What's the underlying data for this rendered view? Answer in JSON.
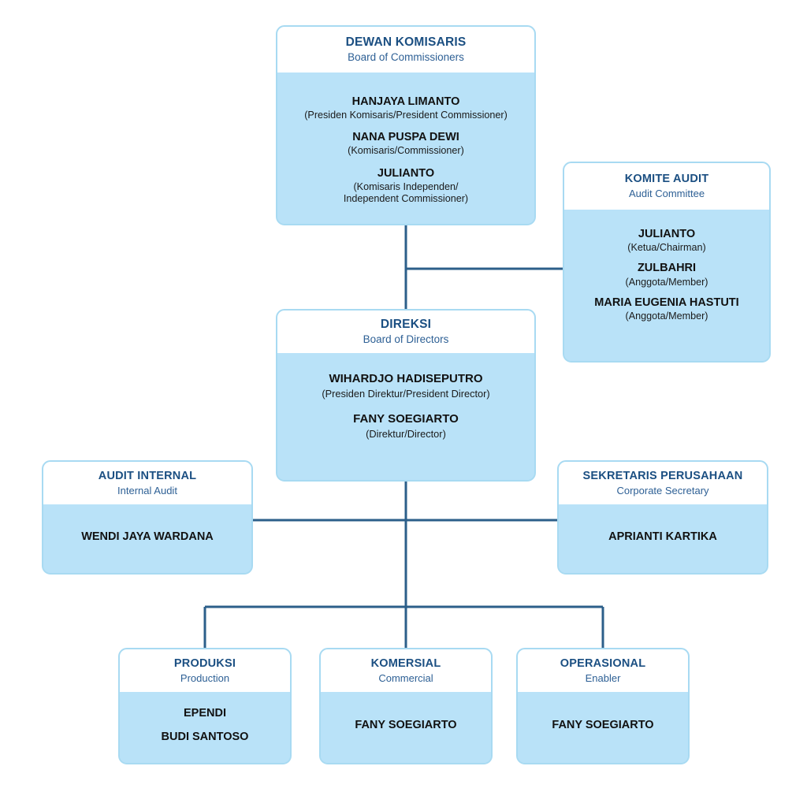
{
  "diagram": {
    "type": "organizational-chart",
    "colors": {
      "box_fill": "#B9E2F8",
      "box_header_fill": "#FFFFFF",
      "box_border": "#A8DAF2",
      "title_text": "#1B4F82",
      "subtitle_text": "#2E6095",
      "person_text": "#111111",
      "connector_line": "#2C5F8A",
      "page_background": "#FFFFFF"
    }
  },
  "boxes": {
    "dewan_komisaris": {
      "title": "DEWAN KOMISARIS",
      "subtitle": "Board of Commissioners",
      "people": [
        {
          "name": "HANJAYA LIMANTO",
          "role": "(Presiden Komisaris/President Commissioner)"
        },
        {
          "name": "NANA PUSPA DEWI",
          "role": "(Komisaris/Commissioner)"
        },
        {
          "name": "JULIANTO",
          "role": "(Komisaris Independen/\nIndependent Commissioner)"
        }
      ]
    },
    "komite_audit": {
      "title": "KOMITE AUDIT",
      "subtitle": "Audit Committee",
      "people": [
        {
          "name": "JULIANTO",
          "role": "(Ketua/Chairman)"
        },
        {
          "name": "ZULBAHRI",
          "role": "(Anggota/Member)"
        },
        {
          "name": "MARIA EUGENIA HASTUTI",
          "role": "(Anggota/Member)"
        }
      ]
    },
    "direksi": {
      "title": "DIREKSI",
      "subtitle": "Board of Directors",
      "people": [
        {
          "name": "WIHARDJO HADISEPUTRO",
          "role": "(Presiden Direktur/President Director)"
        },
        {
          "name": "FANY SOEGIARTO",
          "role": "(Direktur/Director)"
        }
      ]
    },
    "audit_internal": {
      "title": "AUDIT INTERNAL",
      "subtitle": "Internal Audit",
      "people": [
        {
          "name": "WENDI JAYA WARDANA",
          "role": ""
        }
      ]
    },
    "sekretaris_perusahaan": {
      "title": "SEKRETARIS PERUSAHAAN",
      "subtitle": "Corporate Secretary",
      "people": [
        {
          "name": "APRIANTI KARTIKA",
          "role": ""
        }
      ]
    },
    "produksi": {
      "title": "PRODUKSI",
      "subtitle": "Production",
      "people": [
        {
          "name": "EPENDI",
          "role": ""
        },
        {
          "name": "BUDI SANTOSO",
          "role": ""
        }
      ]
    },
    "komersial": {
      "title": "KOMERSIAL",
      "subtitle": "Commercial",
      "people": [
        {
          "name": "FANY SOEGIARTO",
          "role": ""
        }
      ]
    },
    "operasional": {
      "title": "OPERASIONAL",
      "subtitle": "Enabler",
      "people": [
        {
          "name": "FANY SOEGIARTO",
          "role": ""
        }
      ]
    }
  }
}
